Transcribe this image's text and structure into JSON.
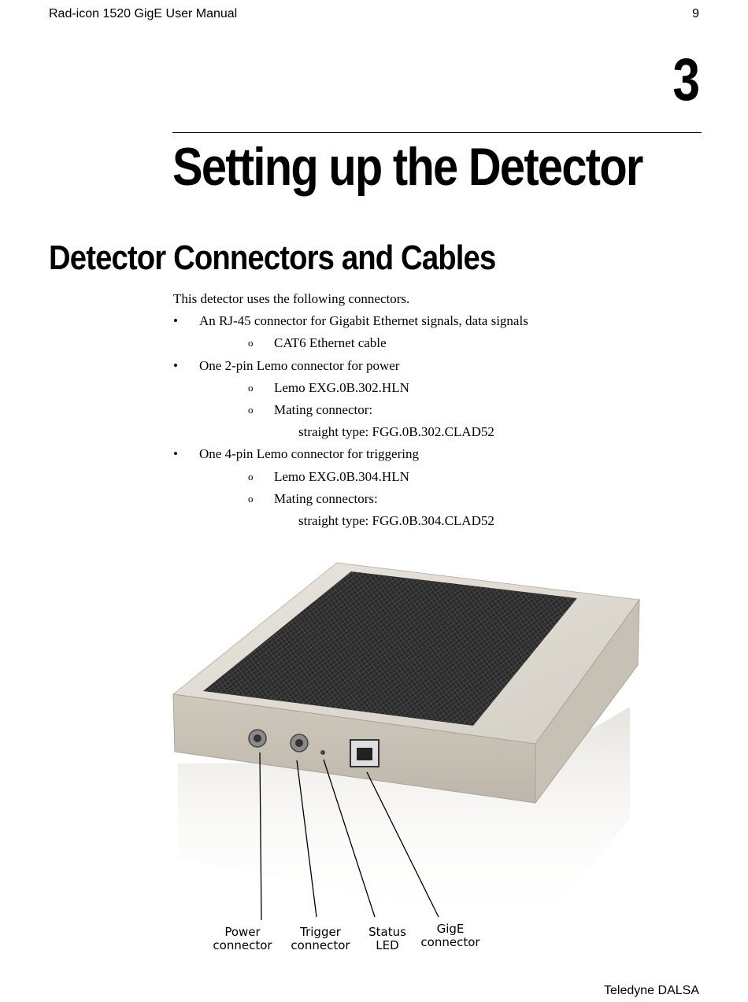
{
  "header": {
    "title": "Rad-icon 1520 GigE User Manual",
    "page_number": "9"
  },
  "chapter": {
    "number": "3",
    "title": "Setting up the Detector"
  },
  "section": {
    "title": "Detector Connectors and Cables"
  },
  "intro": "This detector uses the following connectors.",
  "bullets": [
    {
      "text": "An RJ-45 connector for Gigabit Ethernet signals, data signals",
      "sub": [
        "CAT6 Ethernet cable"
      ]
    },
    {
      "text": "One 2-pin Lemo connector for power",
      "sub": [
        "Lemo EXG.0B.302.HLN",
        "Mating connector:"
      ],
      "detail": "straight type: FGG.0B.302.CLAD52"
    },
    {
      "text": "One 4-pin Lemo connector for triggering",
      "sub": [
        "Lemo EXG.0B.304.HLN",
        "Mating connectors:"
      ],
      "detail": "straight type: FGG.0B.304.CLAD52"
    }
  ],
  "bullet_glyph": "•",
  "sub_bullet_glyph": "o",
  "figure": {
    "captions": {
      "power": [
        "Power",
        "connector"
      ],
      "trigger": [
        "Trigger",
        "connector"
      ],
      "status": [
        "Status",
        "LED"
      ],
      "gige": [
        "GigE",
        "connector"
      ]
    }
  },
  "footer": "Teledyne DALSA"
}
